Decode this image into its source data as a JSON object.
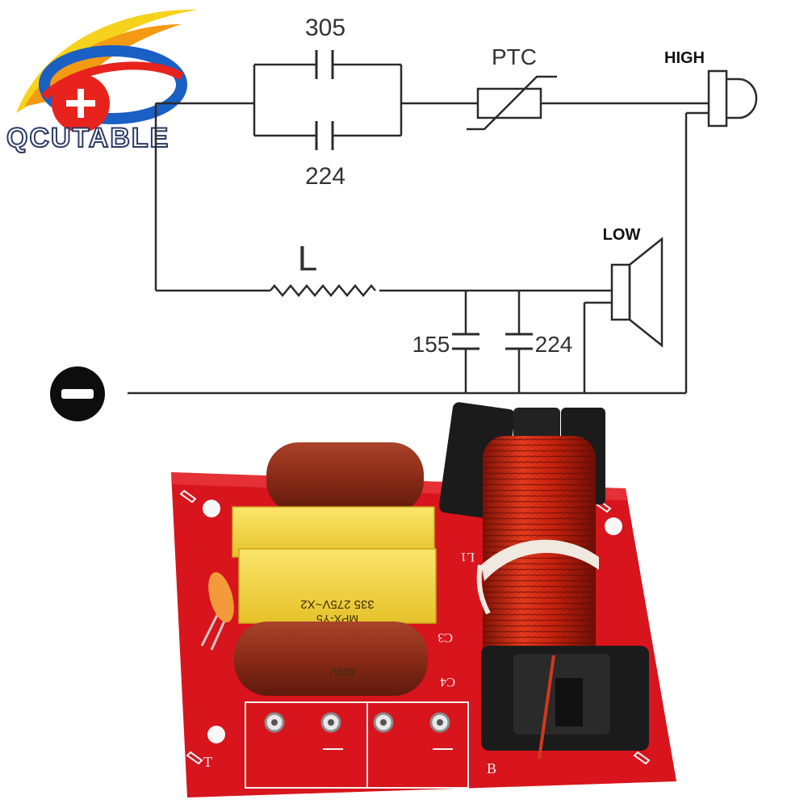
{
  "brand": {
    "name": "QCUTABLE",
    "logo_icon": "swoosh-plus-logo",
    "colors": {
      "blue": "#1a5fc4",
      "red": "#e8231d",
      "orange": "#f39a12",
      "yellow": "#f7d21c"
    }
  },
  "schematic": {
    "cap_top_label": "305",
    "cap_bottom_label": "224",
    "ptc_label": "PTC",
    "tweeter_label": "HIGH",
    "woofer_label": "LOW",
    "inductor_label": "L",
    "shunt_cap_1_label": "155",
    "shunt_cap_2_label": "224",
    "negative_icon": "minus-circle-icon",
    "wire_color": "#2b2b2b"
  },
  "board": {
    "label_t": "T",
    "label_b": "B",
    "label_l1": "L1",
    "label_c3": "C3",
    "label_c4": "C4",
    "cap_marking_1": "335 275V~X2",
    "cap_marking_2": "MPX-Y5",
    "cap_marking_3": "400V",
    "colors": {
      "pcb": "#d8141c",
      "capacitor_brown": "#8a2a17",
      "capacitor_yellow": "#f1d53a",
      "coil": "#c8230f",
      "bobbin": "#1b1b1b"
    }
  }
}
